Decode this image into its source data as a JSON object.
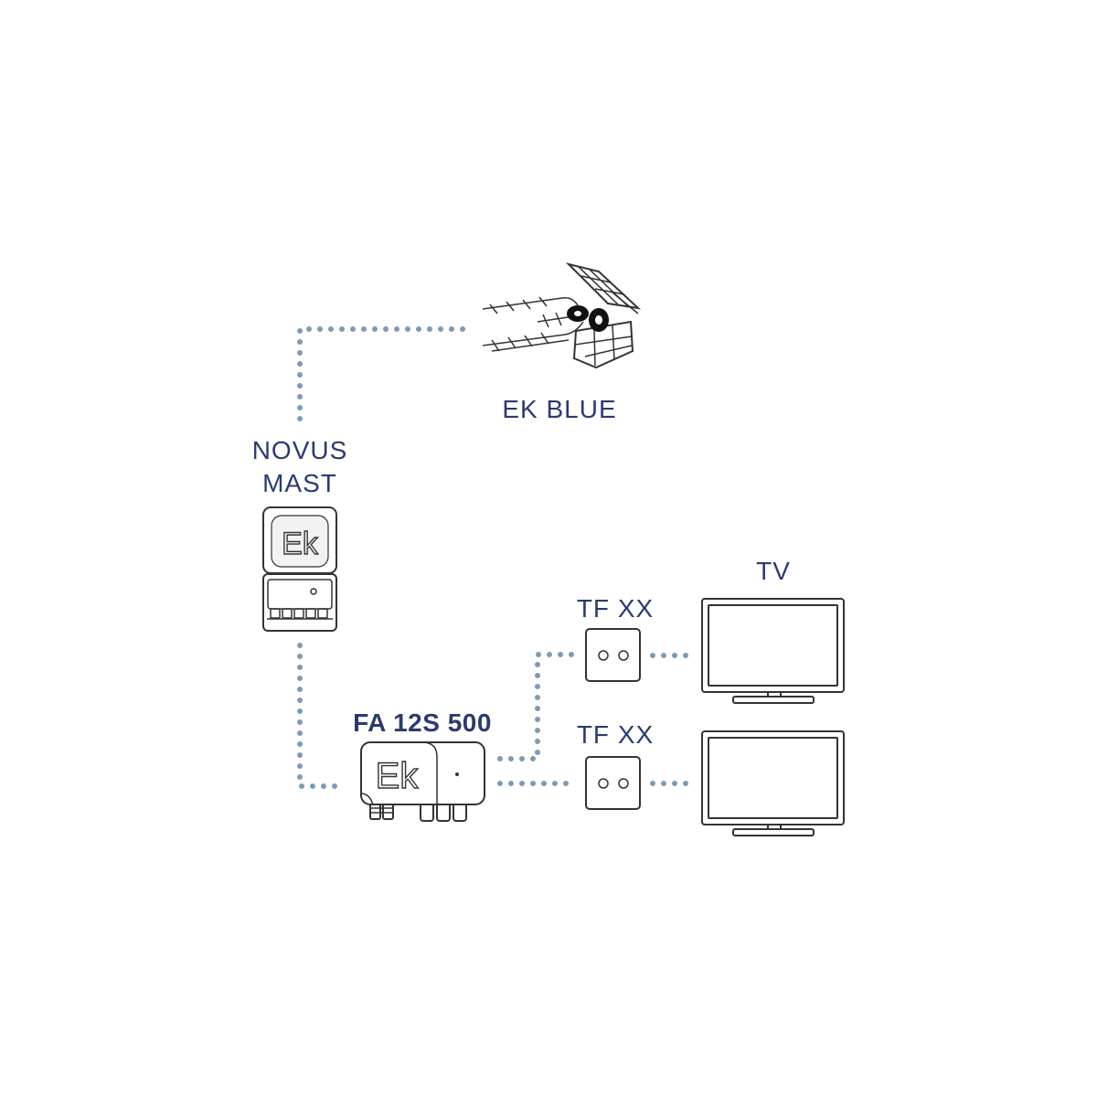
{
  "labels": {
    "antenna": "EK BLUE",
    "mast_amp_line1": "NOVUS",
    "mast_amp_line2": "MAST",
    "main_amp": "FA 12S 500",
    "socket_1": "TF XX",
    "socket_2": "TF XX",
    "tv": "TV"
  },
  "logo_text": "Ek",
  "colors": {
    "text": "#2c3b6e",
    "cable": "#7f9ab5",
    "outline": "#333333"
  },
  "icons": [
    "antenna-icon",
    "mast-amplifier-icon",
    "amplifier-icon",
    "wall-socket-icon",
    "tv-icon"
  ]
}
